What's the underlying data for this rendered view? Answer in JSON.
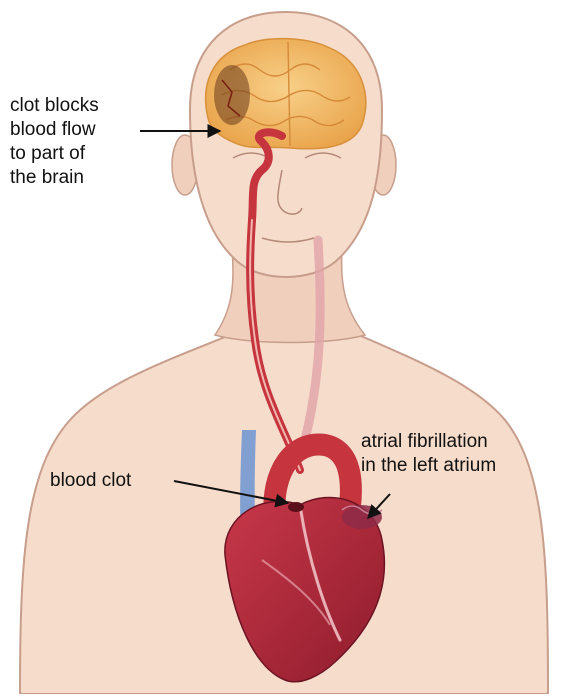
{
  "labels": {
    "brain_clot": {
      "line1": "clot blocks",
      "line2": "blood flow",
      "line3": "to part of",
      "line4": "the brain"
    },
    "blood_clot": "blood clot",
    "atrial_fib": {
      "line1": "atrial fibrillation",
      "line2": "in the left atrium"
    }
  },
  "colors": {
    "skin": "#f6dccb",
    "skin_outline": "#c79e8c",
    "brain": "#f3b85f",
    "artery": "#c6343e",
    "vein": "#6c95d2",
    "heart": "#a71f35",
    "arrow": "#111111"
  }
}
